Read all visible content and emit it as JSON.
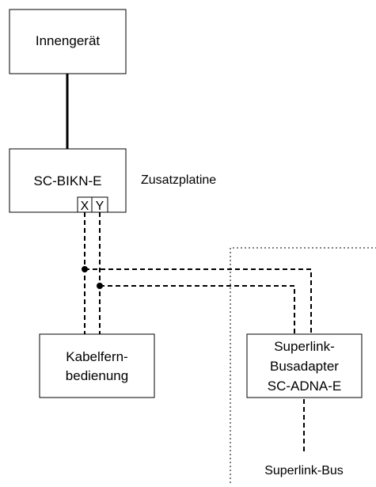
{
  "diagram": {
    "nodes": {
      "indoor_unit": {
        "label": "Innengerät"
      },
      "board": {
        "label": "SC-BIKN-E"
      },
      "remote": {
        "label_lines": [
          "Kabelfern-",
          "bedienung"
        ]
      },
      "bus_adapter": {
        "label_lines": [
          "Superlink-",
          "Busadapter",
          "SC-ADNA-E"
        ]
      }
    },
    "annotations": {
      "board_caption": "Zusatzplatine",
      "bus_caption": "Superlink-Bus"
    },
    "terminals": {
      "x": "X",
      "y": "Y"
    }
  }
}
